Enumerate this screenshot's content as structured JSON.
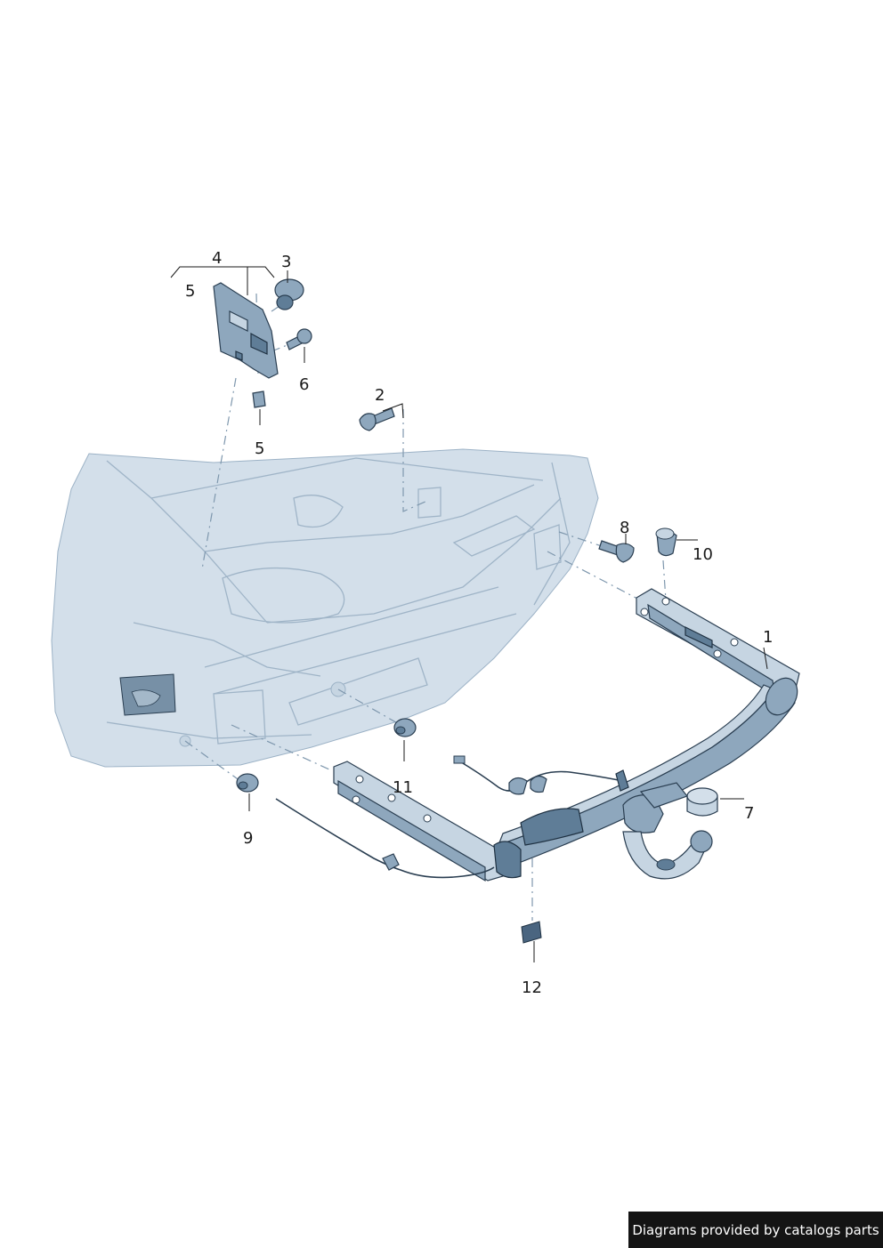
{
  "callouts": {
    "c1": "1",
    "c2": "2",
    "c3": "3",
    "c4": "4",
    "c5a": "5",
    "c5b": "5",
    "c6": "6",
    "c7": "7",
    "c8": "8",
    "c9": "9",
    "c10": "10",
    "c11": "11",
    "c12": "12"
  },
  "footer": {
    "credit": "Diagrams provided by catalogs parts"
  },
  "colors": {
    "body_fill": "#d3dfea",
    "part_fill": "#8ea7bd",
    "outline": "#2a3e51",
    "footer_bg": "#141414"
  }
}
